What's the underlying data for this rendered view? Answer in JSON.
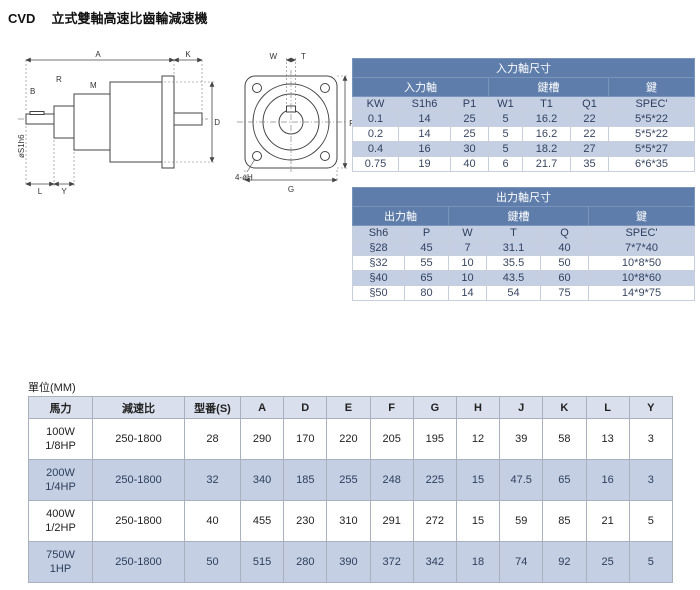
{
  "page": {
    "title_code": "CVD",
    "title_text": "立式雙軸高速比齒輪減速機",
    "unit_label": "單位(MM)"
  },
  "drawing": {
    "side": {
      "a": "A",
      "k": "K",
      "r": "R",
      "b": "B",
      "m": "M",
      "d": "D",
      "l": "L",
      "y": "Y",
      "shaft_dia": "øS1h6"
    },
    "front": {
      "w": "W",
      "t": "T",
      "f": "F",
      "g": "G",
      "holes": "4-øH"
    }
  },
  "input_table": {
    "title": "入力軸尺寸",
    "groups": {
      "shaft": "入力軸",
      "keyway": "鍵槽",
      "key": "鍵"
    },
    "columns": [
      "KW",
      "S1h6",
      "P1",
      "W1",
      "T1",
      "Q1",
      "SPEC'"
    ],
    "rows": [
      [
        "0.1",
        "14",
        "25",
        "5",
        "16.2",
        "22",
        "5*5*22"
      ],
      [
        "0.2",
        "14",
        "25",
        "5",
        "16.2",
        "22",
        "5*5*22"
      ],
      [
        "0.4",
        "16",
        "30",
        "5",
        "18.2",
        "27",
        "5*5*27"
      ],
      [
        "0.75",
        "19",
        "40",
        "6",
        "21.7",
        "35",
        "6*6*35"
      ]
    ]
  },
  "output_table": {
    "title": "出力軸尺寸",
    "groups": {
      "shaft": "出力軸",
      "keyway": "鍵槽",
      "key": "鍵"
    },
    "columns": [
      "Sh6",
      "P",
      "W",
      "T",
      "Q",
      "SPEC'"
    ],
    "rows": [
      [
        "§28",
        "45",
        "7",
        "31.1",
        "40",
        "7*7*40"
      ],
      [
        "§32",
        "55",
        "10",
        "35.5",
        "50",
        "10*8*50"
      ],
      [
        "§40",
        "65",
        "10",
        "43.5",
        "60",
        "10*8*60"
      ],
      [
        "§50",
        "80",
        "14",
        "54",
        "75",
        "14*9*75"
      ]
    ]
  },
  "spec_table": {
    "columns": [
      "馬力",
      "減速比",
      "型番(S)",
      "A",
      "D",
      "E",
      "F",
      "G",
      "H",
      "J",
      "K",
      "L",
      "Y"
    ],
    "rows": [
      {
        "power": [
          "100W",
          "1/8HP"
        ],
        "cells": [
          "250-1800",
          "28",
          "290",
          "170",
          "220",
          "205",
          "195",
          "12",
          "39",
          "58",
          "13",
          "3"
        ]
      },
      {
        "power": [
          "200W",
          "1/4HP"
        ],
        "cells": [
          "250-1800",
          "32",
          "340",
          "185",
          "255",
          "248",
          "225",
          "15",
          "47.5",
          "65",
          "16",
          "3"
        ]
      },
      {
        "power": [
          "400W",
          "1/2HP"
        ],
        "cells": [
          "250-1800",
          "40",
          "455",
          "230",
          "310",
          "291",
          "272",
          "15",
          "59",
          "85",
          "21",
          "5"
        ]
      },
      {
        "power": [
          "750W",
          "1HP"
        ],
        "cells": [
          "250-1800",
          "50",
          "515",
          "280",
          "390",
          "372",
          "342",
          "18",
          "74",
          "92",
          "25",
          "5"
        ]
      }
    ]
  },
  "colors": {
    "header_blue": "#5e7dab",
    "row_blue": "#c4cfe3",
    "spec_header": "#d9dfec"
  }
}
